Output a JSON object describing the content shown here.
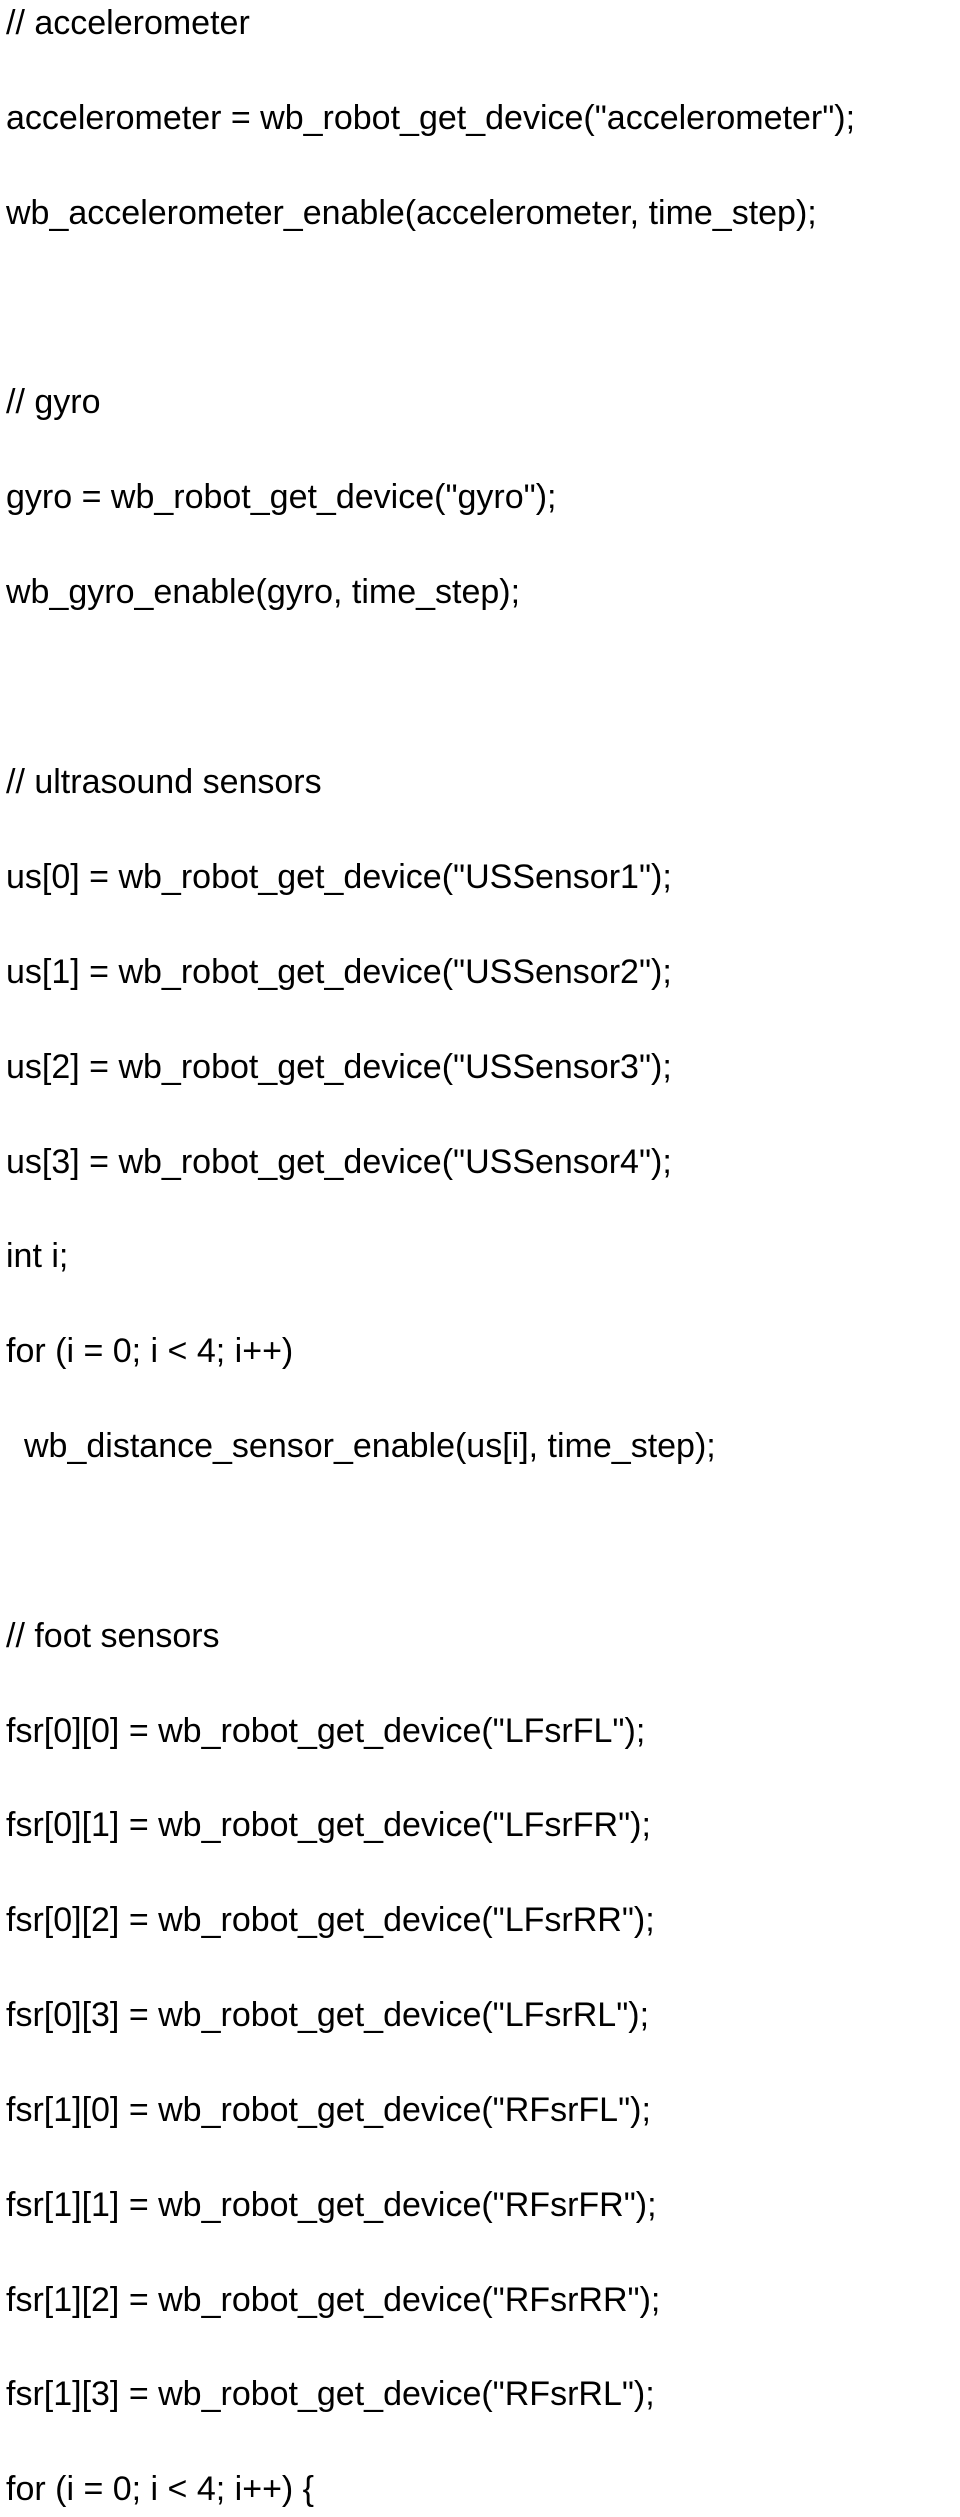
{
  "document": {
    "lines": [
      "// accelerometer",
      "accelerometer = wb_robot_get_device(\"accelerometer\");",
      "wb_accelerometer_enable(accelerometer, time_step);",
      "// gyro",
      "gyro = wb_robot_get_device(\"gyro\");",
      "wb_gyro_enable(gyro, time_step);",
      "// ultrasound sensors",
      "us[0] = wb_robot_get_device(\"USSensor1\");",
      "us[1] = wb_robot_get_device(\"USSensor2\");",
      "us[2] = wb_robot_get_device(\"USSensor3\");",
      "us[3] = wb_robot_get_device(\"USSensor4\");",
      "int i;",
      "for (i = 0; i < 4; i++)",
      "wb_distance_sensor_enable(us[i], time_step);",
      "// foot sensors",
      "fsr[0][0] = wb_robot_get_device(\"LFsrFL\");",
      "fsr[0][1] = wb_robot_get_device(\"LFsrFR\");",
      "fsr[0][2] = wb_robot_get_device(\"LFsrRR\");",
      "fsr[0][3] = wb_robot_get_device(\"LFsrRL\");",
      "fsr[1][0] = wb_robot_get_device(\"RFsrFL\");",
      "fsr[1][1] = wb_robot_get_device(\"RFsrFR\");",
      "fsr[1][2] = wb_robot_get_device(\"RFsrRR\");",
      "fsr[1][3] = wb_robot_get_device(\"RFsrRL\");",
      "for (i = 0; i < 4; i++) {"
    ]
  }
}
